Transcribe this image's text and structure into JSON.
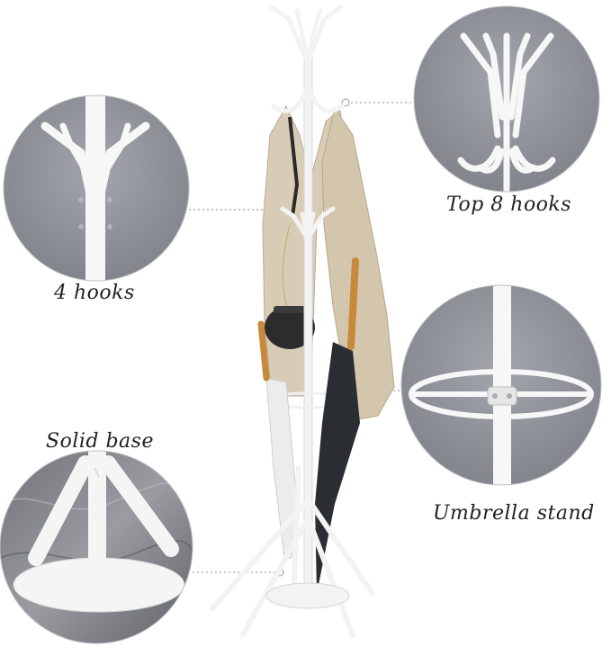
{
  "captions": {
    "top_hooks": "Top 8 hooks",
    "four_hooks": "4 hooks",
    "solid_base": "Solid base",
    "umbrella_stand": "Umbrella stand"
  },
  "colors": {
    "circle_bg": "#8e9199",
    "metal": "#f4f4f4",
    "fabric": "#d8cbb4",
    "umbrella_dark": "#2a2d31",
    "wood": "#c58a3c"
  }
}
